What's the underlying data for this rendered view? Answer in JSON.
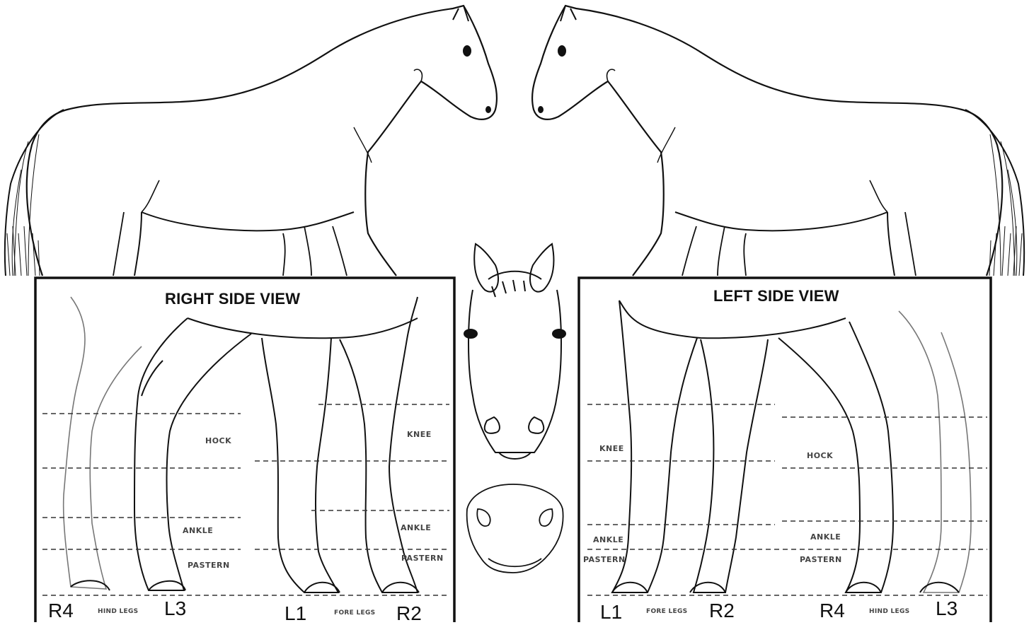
{
  "diagram": {
    "panels": {
      "right": {
        "title": "RIGHT SIDE VIEW",
        "parts": {
          "hock": "HOCK",
          "knee": "KNEE",
          "ankle_hind": "ANKLE",
          "ankle_fore": "ANKLE",
          "pastern_hind": "PASTERN",
          "pastern_fore": "PASTERN"
        },
        "legs": {
          "r4": "R4",
          "l3": "L3",
          "l1": "L1",
          "r2": "R2",
          "hind_label": "HIND LEGS",
          "fore_label": "FORE LEGS"
        }
      },
      "left": {
        "title": "LEFT SIDE VIEW",
        "parts": {
          "knee": "KNEE",
          "hock": "HOCK",
          "ankle_fore": "ANKLE",
          "ankle_hind": "ANKLE",
          "pastern_fore": "PASTERN",
          "pastern_hind": "PASTERN"
        },
        "legs": {
          "l1": "L1",
          "r2": "R2",
          "r4": "R4",
          "l3": "L3",
          "fore_label": "FORE LEGS",
          "hind_label": "HIND LEGS"
        }
      }
    },
    "colors": {
      "line": "#111111",
      "dash": "#333333",
      "background": "#ffffff"
    }
  }
}
